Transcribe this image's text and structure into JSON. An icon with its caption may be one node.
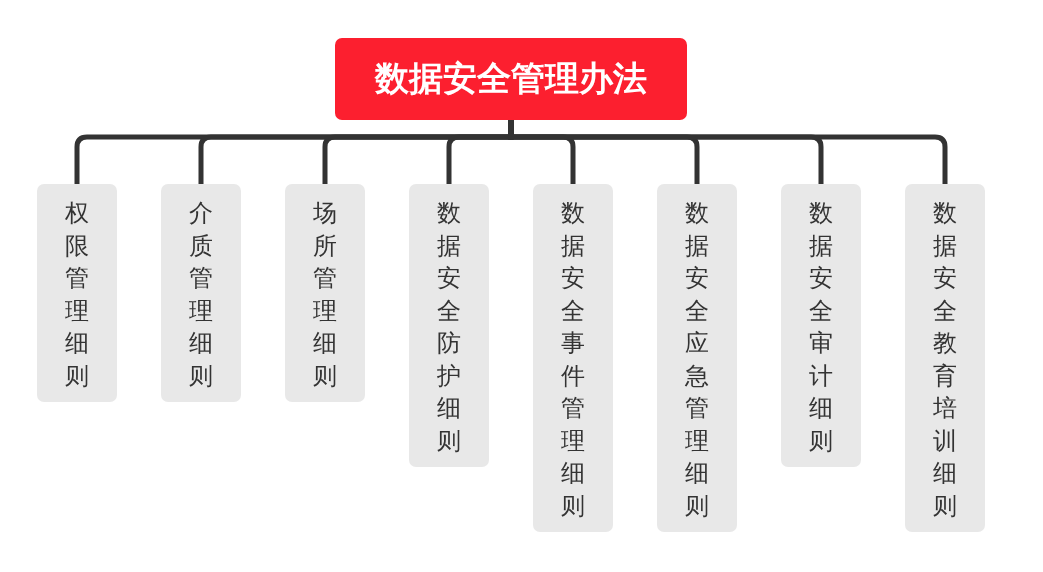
{
  "diagram": {
    "nodes": [
      {
        "text": [
          "数据安全管理办法"
        ]
      },
      {
        "text": [
          "权限管理细则"
        ]
      },
      {
        "text": [
          "介质管理细则"
        ]
      },
      {
        "text": [
          "场所管理细则"
        ]
      },
      {
        "text": [
          "数据安全防护细则"
        ]
      },
      {
        "text": [
          "数据安全事件管理细则"
        ]
      },
      {
        "text": [
          "数据安全应急管理细则"
        ]
      },
      {
        "text": [
          "数据安全审计细则"
        ]
      },
      {
        "text": [
          "数据安全教育培训细则"
        ]
      }
    ],
    "edges": [
      {
        "from": 0,
        "to": 1,
        "arrow": "none"
      },
      {
        "from": 0,
        "to": 2,
        "arrow": "none"
      },
      {
        "from": 0,
        "to": 3,
        "arrow": "none"
      },
      {
        "from": 0,
        "to": 4,
        "arrow": "none"
      },
      {
        "from": 0,
        "to": 5,
        "arrow": "none"
      },
      {
        "from": 0,
        "to": 6,
        "arrow": "none"
      },
      {
        "from": 0,
        "to": 7,
        "arrow": "none"
      },
      {
        "from": 0,
        "to": 8,
        "arrow": "none"
      }
    ]
  }
}
